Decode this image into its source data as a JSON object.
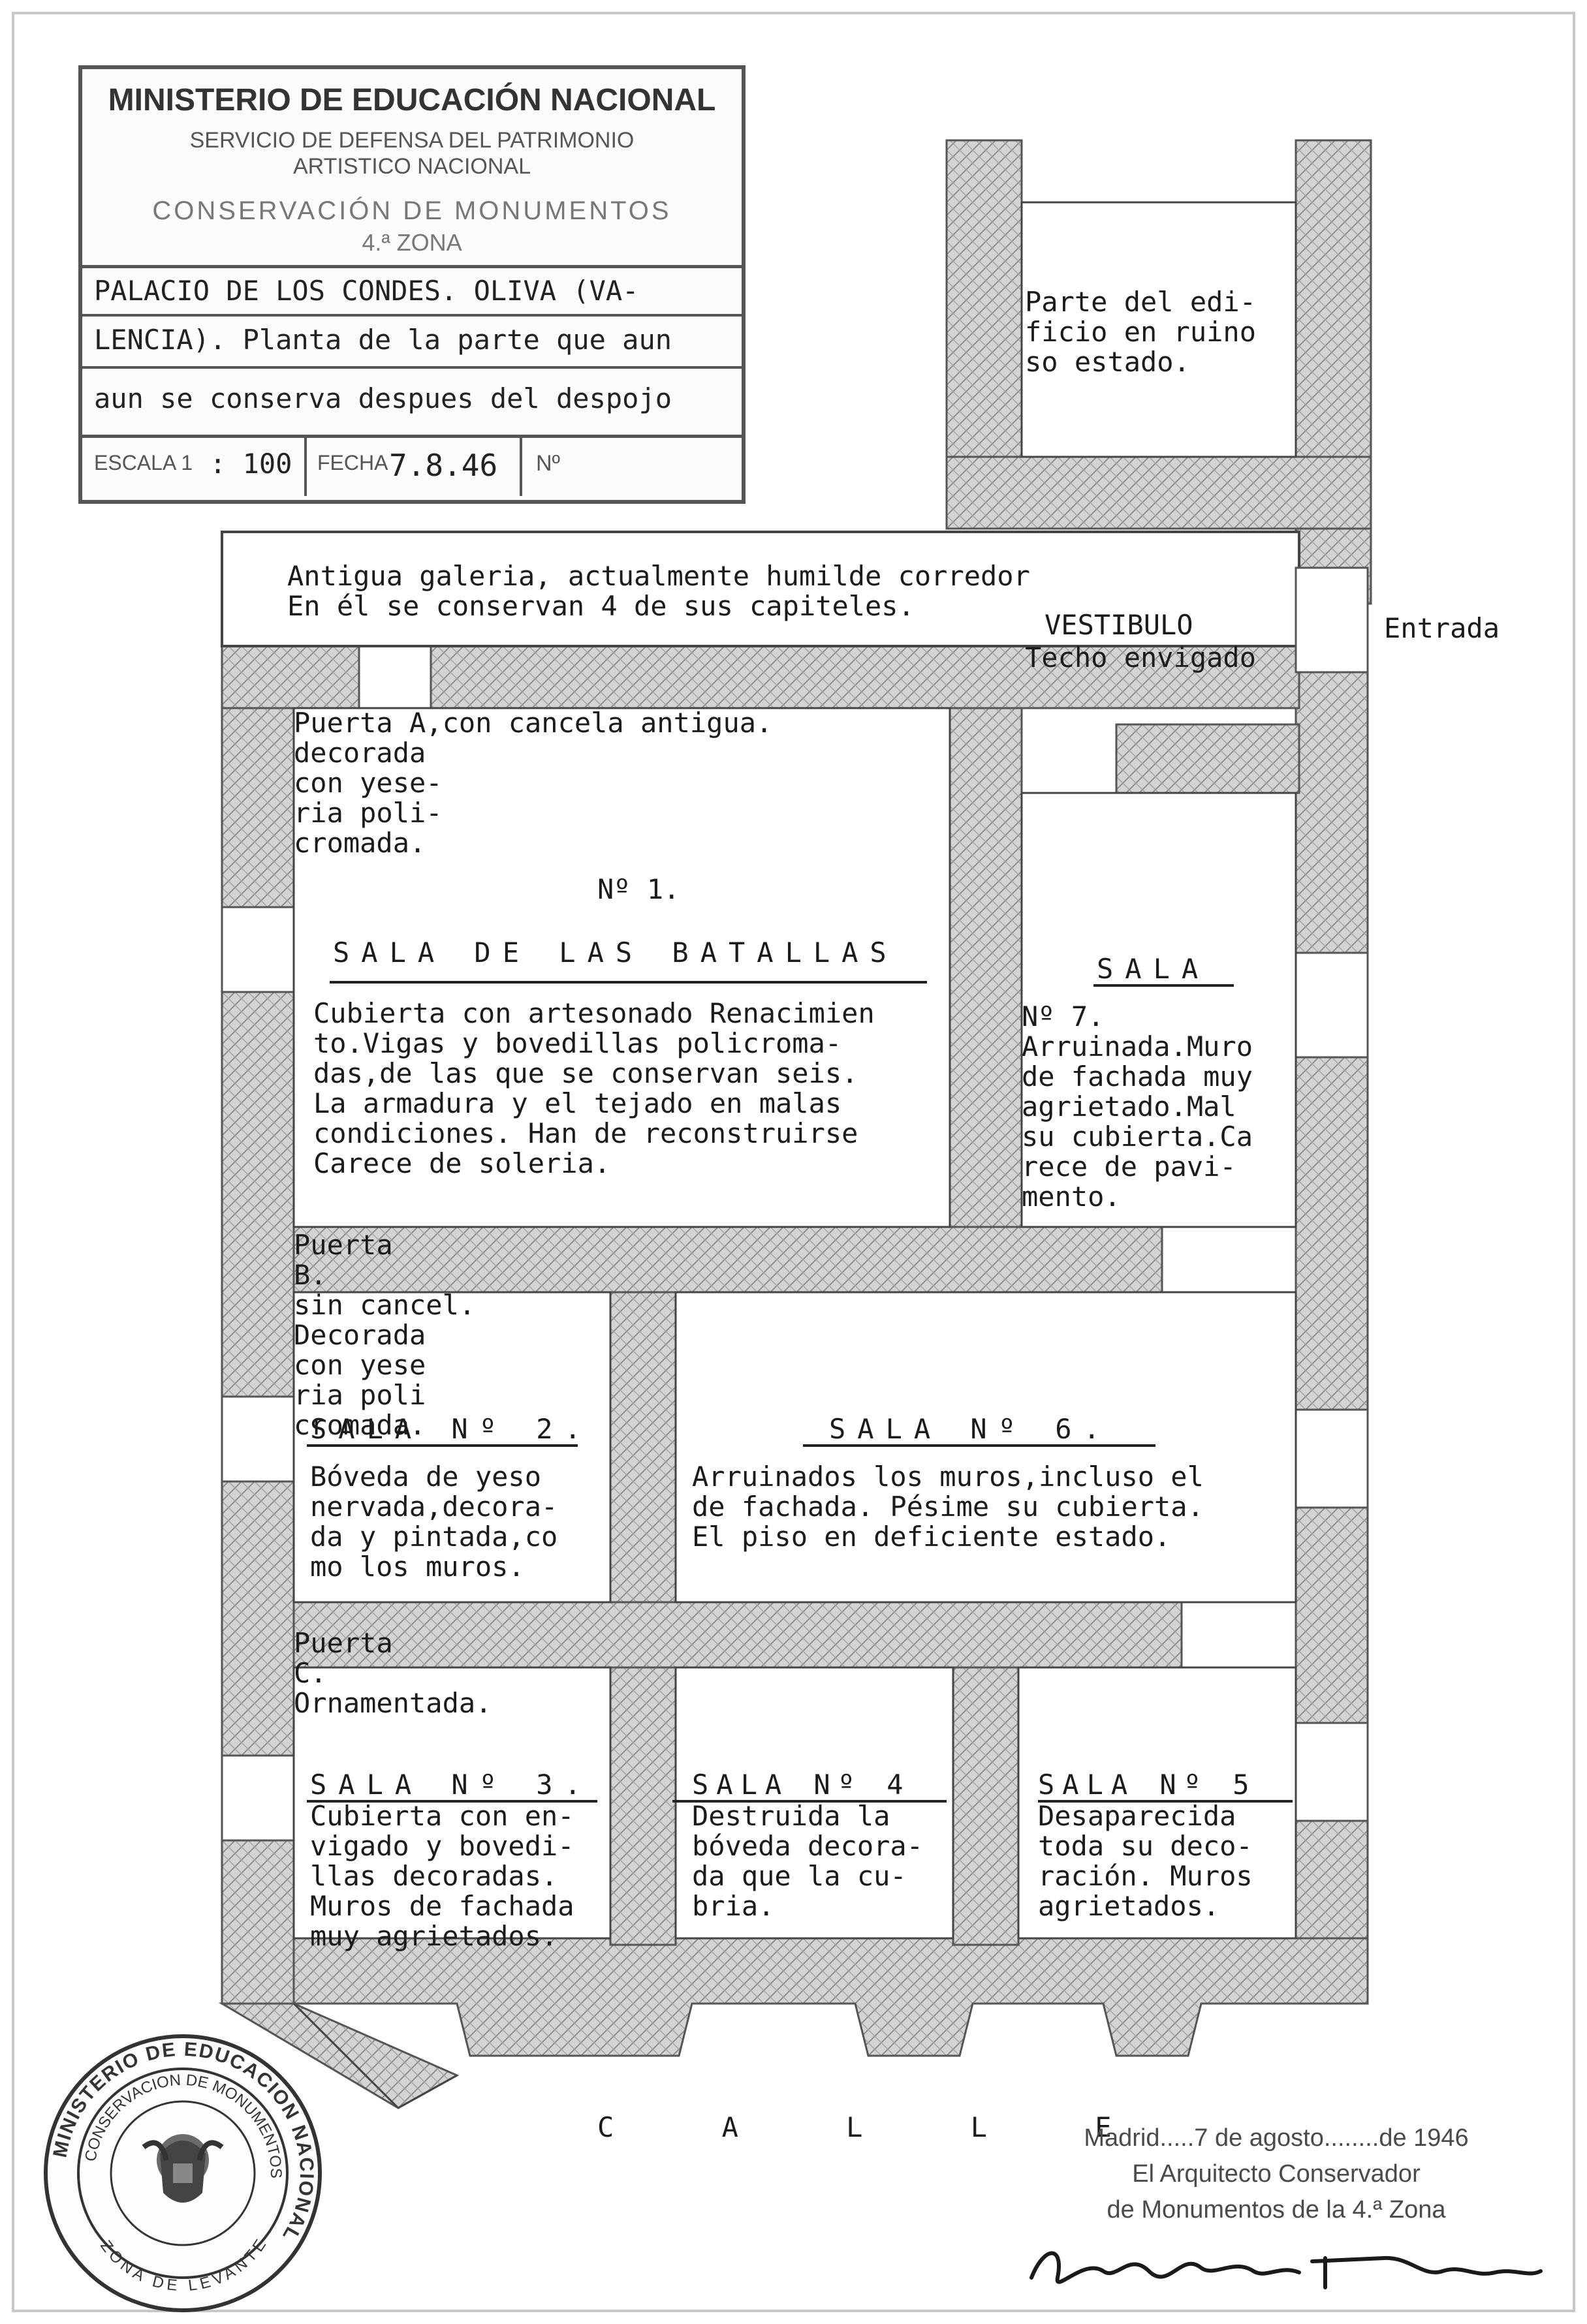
{
  "stamp_header": {
    "ministry": "MINISTERIO DE EDUCACIÓN NACIONAL",
    "service_line1": "SERVICIO DE DEFENSA DEL PATRIMONIO",
    "service_line2": "ARTISTICO NACIONAL",
    "conservation": "CONSERVACIÓN DE MONUMENTOS",
    "zone": "4.ª ZONA",
    "title_line1": "PALACIO DE LOS CONDES. OLIVA (VA-",
    "title_line2": "LENCIA). Planta de la parte que aun",
    "title_line3": "aun se conserva despues del despojo",
    "scale_label": "ESCALA 1",
    "scale_value": ": 100",
    "date_label": "FECHA",
    "date_value": "7.8.46",
    "number_label": "Nº"
  },
  "rooms": {
    "ruin_note": "Parte del edi-\nficio en ruino\nso estado.",
    "gallery_note": "Antigua galeria, actualmente humilde corredor\nEn él se conservan 4 de sus capiteles.",
    "vestibule_title": "VESTIBULO",
    "vestibule_note": "Techo envigado",
    "entrance": "Entrada",
    "door_a": "Puerta A,con cancela antigua.\ndecorada\ncon yese-\nria poli-\ncromada.",
    "room1_number": "Nº 1.",
    "room1_title": "SALA DE LAS BATALLAS",
    "room1_desc": "Cubierta con artesonado Renacimien\nto.Vigas y bovedillas policroma-\ndas,de las que se conservan seis.\nLa armadura y el tejado en malas\ncondiciones. Han de reconstruirse\nCarece de soleria.",
    "room7_title": "SALA",
    "room7_desc": "Nº 7.\nArruinada.Muro\nde fachada muy\nagrietado.Mal\nsu cubierta.Ca\nrece de pavi-\nmento.",
    "door_b": "Puerta\nB.\nsin cancel.\nDecorada\ncon yese\nria poli\ncromada.",
    "room2_title": "SALA Nº 2.",
    "room2_desc": "Bóveda de yeso\nnervada,decora-\nda y pintada,co\nmo los muros.",
    "room6_title": "SALA Nº 6.",
    "room6_desc": "Arruinados los muros,incluso el\nde fachada. Pésime su cubierta.\nEl piso en deficiente estado.",
    "door_c": "Puerta\nC.\nOrnamentada.",
    "room3_title": "SALA Nº 3.",
    "room3_desc": "Cubierta con en-\nvigado y bovedi-\nllas decoradas.\nMuros de fachada\nmuy agrietados.",
    "room4_title": "SALA Nº 4",
    "room4_desc": "Destruida la\nbóveda decora-\nda que la cu-\nbria.",
    "room5_title": "SALA Nº 5",
    "room5_desc": "Desaparecida\ntoda su deco-\nración. Muros\nagrietados.",
    "street": "C A L L E"
  },
  "seal": {
    "outer_text": "MINISTERIO DE EDUCACION NACIONAL",
    "inner_text": "CONSERVACION DE MONUMENTOS",
    "zone_text": "ZONA DE LEVANTE"
  },
  "signature_block": {
    "place_date": "Madrid.....7 de agosto........de 1946",
    "role_line1": "El Arquitecto Conservador",
    "role_line2": "de Monumentos de la 4.ª Zona",
    "signature": "Alejandro Ferrant"
  }
}
